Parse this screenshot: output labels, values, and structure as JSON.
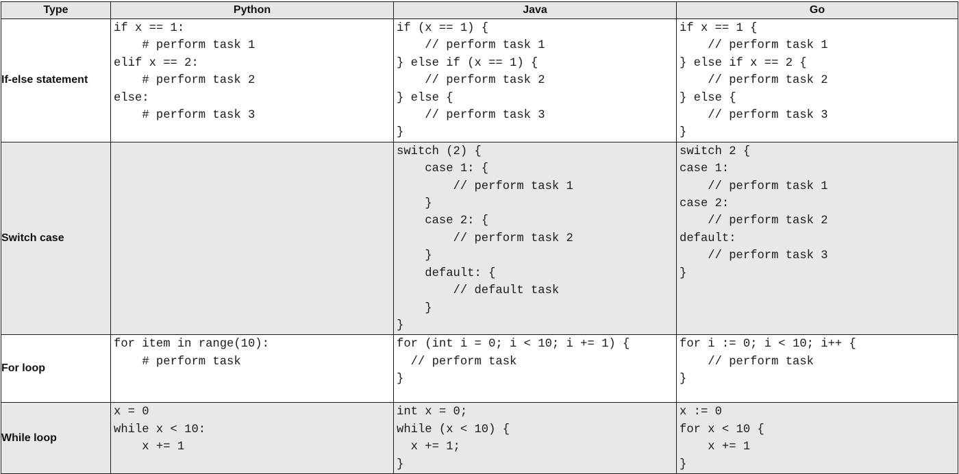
{
  "headers": {
    "type": "Type",
    "python": "Python",
    "java": "Java",
    "go": "Go"
  },
  "rows": [
    {
      "type": "If-else statement",
      "python": "if x == 1:\n    # perform task 1\nelif x == 2:\n    # perform task 2\nelse:\n    # perform task 3",
      "java": "if (x == 1) {\n    // perform task 1\n} else if (x == 1) {\n    // perform task 2\n} else {\n    // perform task 3\n}",
      "go": "if x == 1 {\n    // perform task 1\n} else if x == 2 {\n    // perform task 2\n} else {\n    // perform task 3\n}"
    },
    {
      "type": "Switch case",
      "python": "",
      "java": "switch (2) {\n    case 1: {\n        // perform task 1\n    }\n    case 2: {\n        // perform task 2\n    }\n    default: {\n        // default task\n    }\n}",
      "go": "switch 2 {\ncase 1:\n    // perform task 1\ncase 2:\n    // perform task 2\ndefault:\n    // perform task 3\n}"
    },
    {
      "type": "For loop",
      "python": "for item in range(10):\n    # perform task",
      "java": "for (int i = 0; i < 10; i += 1) {\n  // perform task\n}",
      "go": "for i := 0; i < 10; i++ {\n    // perform task\n}"
    },
    {
      "type": "While loop",
      "python": "x = 0\nwhile x < 10:\n    x += 1",
      "java": "int x = 0;\nwhile (x < 10) {\n  x += 1;\n}",
      "go": "x := 0\nfor x < 10 {\n    x += 1\n}"
    }
  ]
}
